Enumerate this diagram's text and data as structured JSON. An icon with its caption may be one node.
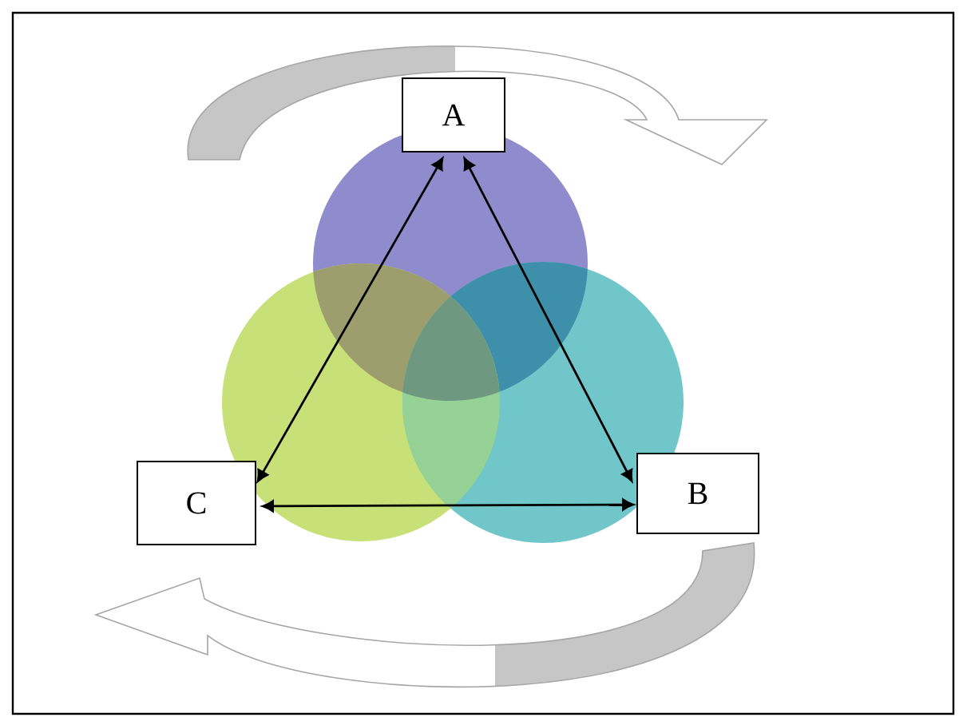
{
  "diagram": {
    "nodes": [
      {
        "text": [
          "A"
        ]
      },
      {
        "text": [
          "B"
        ]
      },
      {
        "text": [
          "C"
        ]
      }
    ],
    "edges": [
      {
        "from": 0,
        "to": 2,
        "arrow": "both"
      },
      {
        "from": 0,
        "to": 1,
        "arrow": "both"
      },
      {
        "from": 2,
        "to": 1,
        "arrow": "both"
      }
    ]
  }
}
